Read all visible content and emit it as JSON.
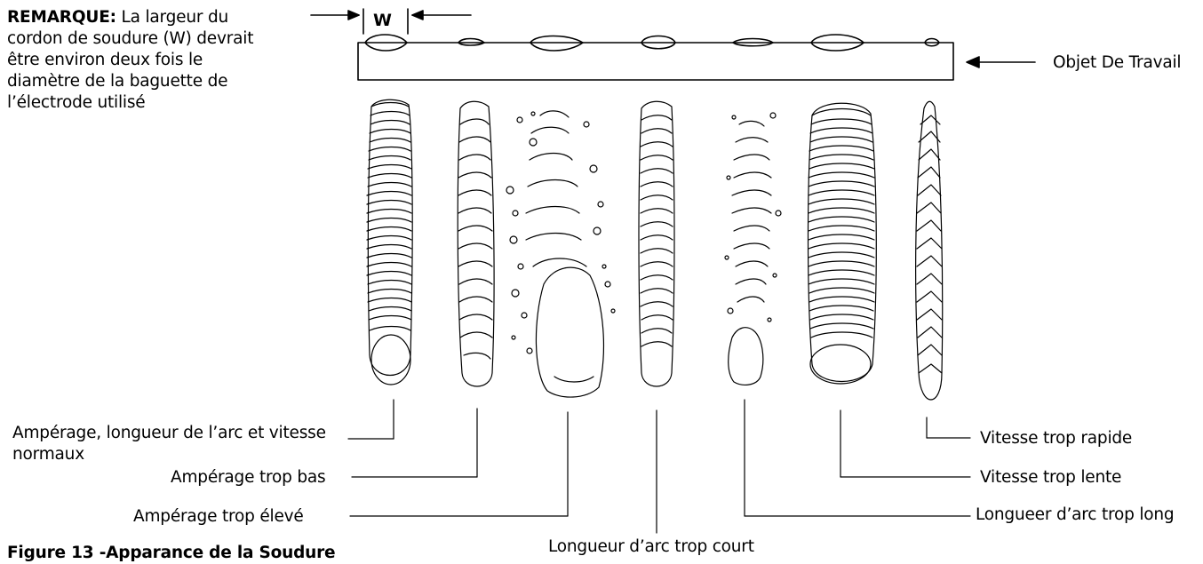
{
  "note": {
    "bold_label": "REMARQUE:",
    "line1": "La largeur du",
    "line2": "cordon de soudure (W) devrait",
    "line3": "être environ deux fois le",
    "line4": "diamètre de la baguette de",
    "line5": "l’électrode utilisé"
  },
  "width_marker": "W",
  "workpiece_label": "Objet De Travail",
  "labels": {
    "normal_line1": "Ampérage, longueur de l’arc et vitesse",
    "normal_line2": "normaux",
    "amp_low": "Ampérage trop bas",
    "amp_high": "Ampérage trop élevé",
    "arc_short": "Longueur d’arc trop court",
    "speed_fast": "Vitesse trop rapide",
    "speed_slow": "Vitesse trop lente",
    "arc_long": "Longueer d’arc trop long"
  },
  "figure_caption": "Figure 13 -Apparance de la Soudure",
  "colors": {
    "ink": "#000000",
    "paper": "#ffffff"
  }
}
